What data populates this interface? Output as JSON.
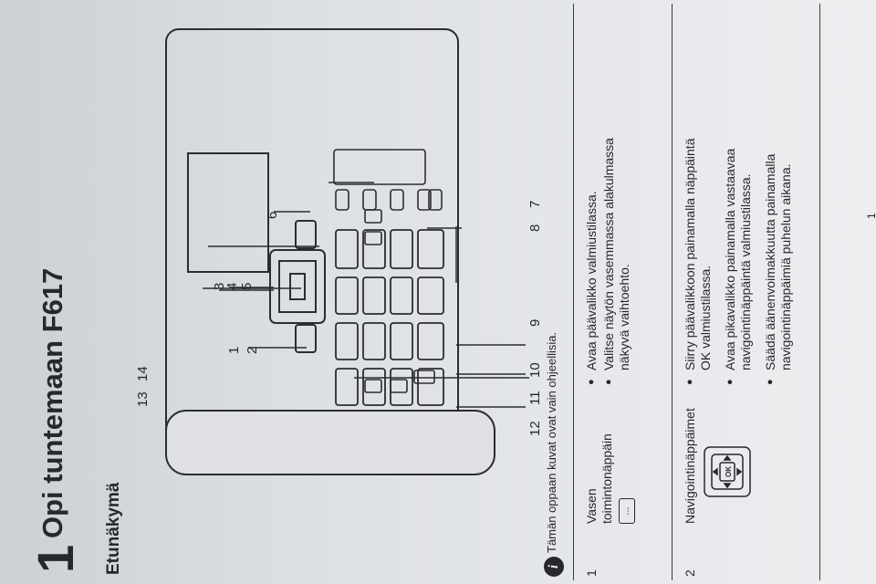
{
  "chapter": {
    "number": "1",
    "title": "Opi tuntemaan F617"
  },
  "section": {
    "title": "Etunäkymä"
  },
  "callout_numbers": [
    "1",
    "2",
    "3",
    "4",
    "5",
    "6",
    "7",
    "8",
    "9",
    "10",
    "11",
    "12",
    "13",
    "14"
  ],
  "info_note": {
    "icon": "info-icon",
    "text": "Tämän oppaan kuvat ovat vain ohjeellisia."
  },
  "table": {
    "rows": [
      {
        "number": "1",
        "name_lines": [
          "Vasen",
          "toimintonäppäin"
        ],
        "key_icon": "...",
        "bullets": [
          [
            "Avaa päävalikko valmiustilassa."
          ],
          [
            "Valitse näytön vasemmassa alakulmassa",
            "näkyvä vaihtoehto."
          ]
        ]
      },
      {
        "number": "2",
        "name_lines": [
          "Navigointinäppäimet"
        ],
        "nav_icon": "OK",
        "bullets": [
          [
            "Siirry päävalikkoon painamalla näppäintä",
            "OK valmiustilassa."
          ],
          [
            "Avaa pikavalikko painamalla vastaavaa",
            "navigointinäppäintä valmiustilassa."
          ],
          [
            "Säädä äänenvoimakkuutta painamalla",
            "navigointinäppäimiä puhelun aikana."
          ]
        ]
      }
    ]
  },
  "page_number": "1",
  "colors": {
    "paper": "#e6e8eb",
    "ink": "#26282b"
  }
}
